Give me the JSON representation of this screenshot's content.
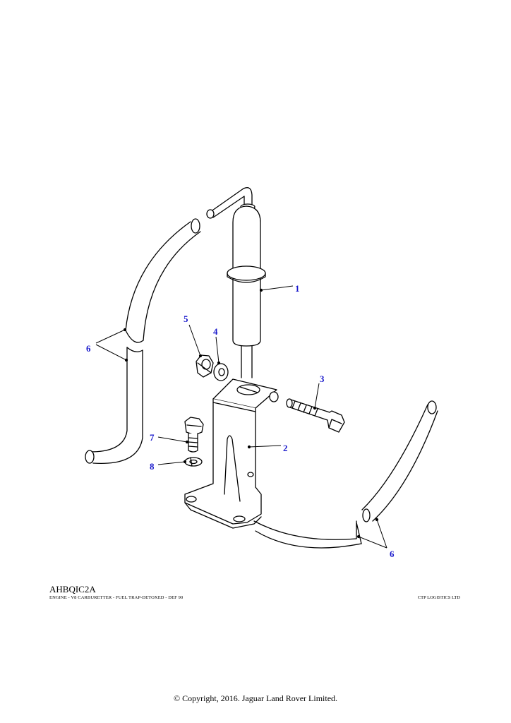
{
  "diagram": {
    "reference_code": "AHBQIC2A",
    "description": "ENGINE - V8 CARBURETTER - FUEL TRAP-DETOXED - DEF 90",
    "supplier": "CTP LOGISTICS LTD",
    "copyright": "© Copyright, 2016. Jaguar Land Rover Limited.",
    "callouts": [
      {
        "id": "callout-1",
        "label": "1"
      },
      {
        "id": "callout-2",
        "label": "2"
      },
      {
        "id": "callout-3",
        "label": "3"
      },
      {
        "id": "callout-4",
        "label": "4"
      },
      {
        "id": "callout-5",
        "label": "5"
      },
      {
        "id": "callout-6-left",
        "label": "6"
      },
      {
        "id": "callout-6-right",
        "label": "6"
      },
      {
        "id": "callout-7",
        "label": "7"
      },
      {
        "id": "callout-8",
        "label": "8"
      }
    ],
    "callout_color": "#1a1acc"
  }
}
